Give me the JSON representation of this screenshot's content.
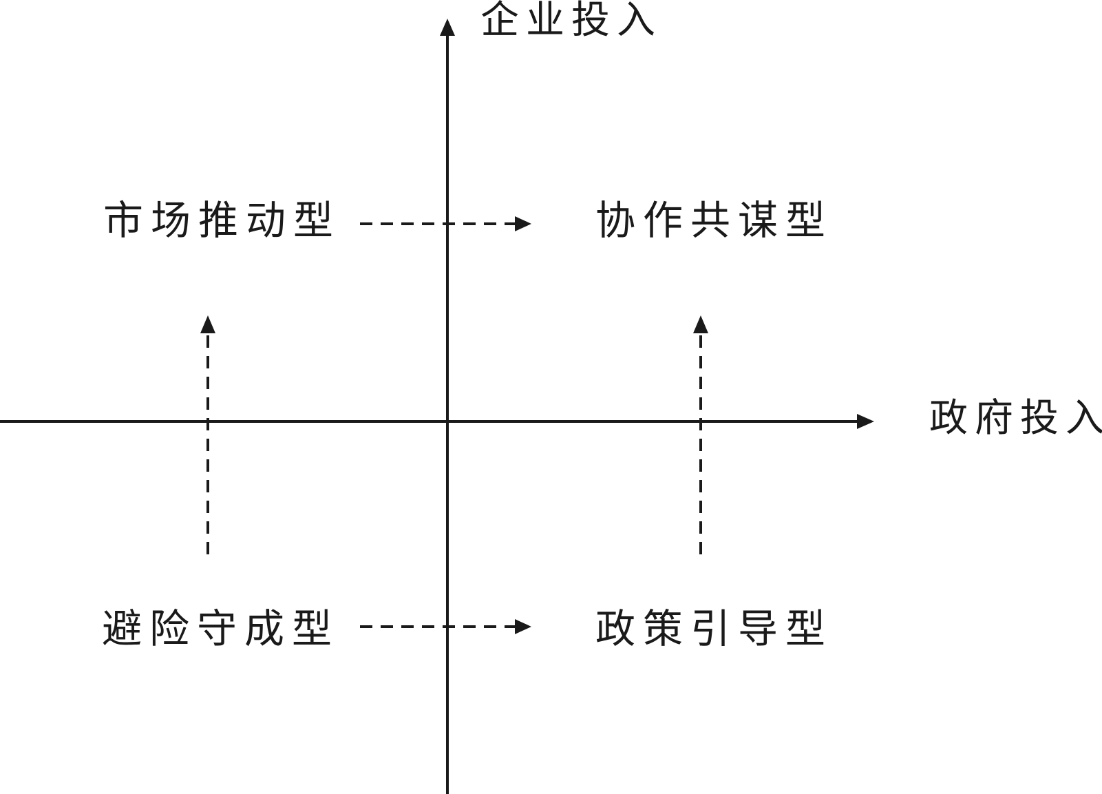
{
  "axes": {
    "y_label": "企业投入",
    "x_label": "政府投入"
  },
  "quadrants": {
    "top_left": "市场推动型",
    "top_right": "协作共谋型",
    "bottom_left": "避险守成型",
    "bottom_right": "政策引导型"
  },
  "colors": {
    "ink": "#1a1a1a",
    "background": "#ffffff"
  }
}
